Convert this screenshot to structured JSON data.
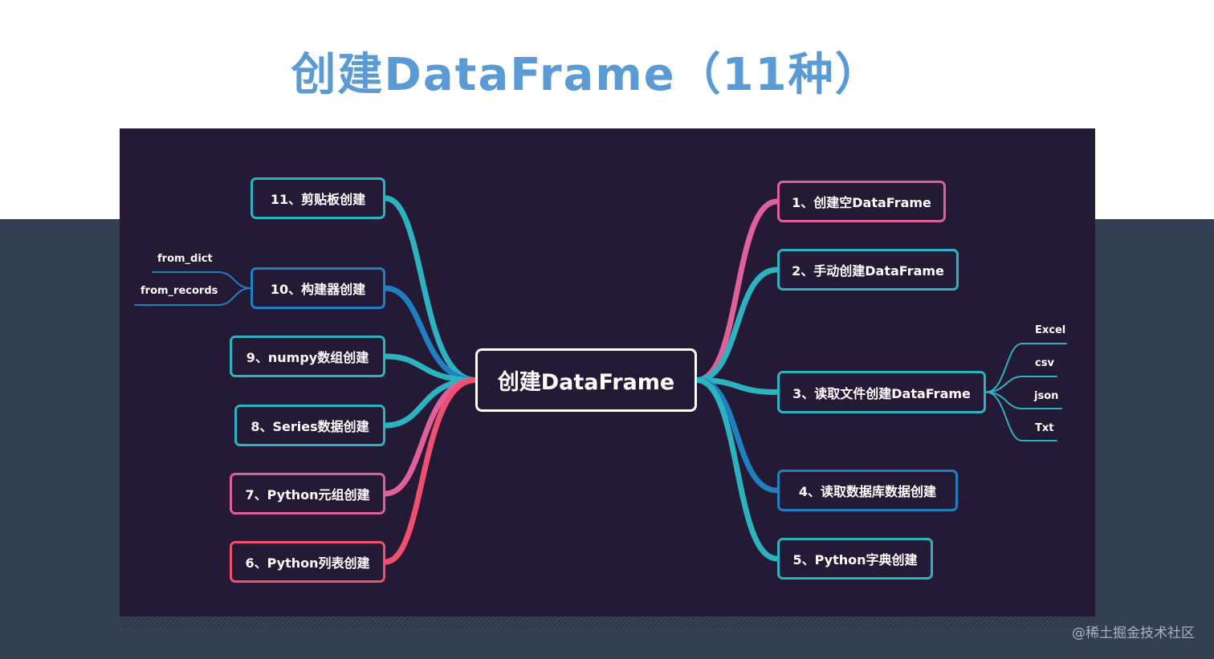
{
  "title": "创建DataFrame（11种）",
  "watermark": "@稀土掘金技术社区",
  "colors": {
    "title": "#5b9bd5",
    "panel": "#241a36",
    "teal": "#2bb3c0",
    "blue": "#1f7fc0",
    "pink": "#e0609a",
    "red": "#f0506e"
  },
  "mindmap": {
    "root": "创建DataFrame",
    "right_nodes": [
      {
        "label": "1、创建空DataFrame",
        "color": "pink",
        "children": []
      },
      {
        "label": "2、手动创建DataFrame",
        "color": "teal",
        "children": []
      },
      {
        "label": "3、读取文件创建DataFrame",
        "color": "teal",
        "children": [
          "Excel",
          "csv",
          "json",
          "Txt"
        ]
      },
      {
        "label": "4、读取数据库数据创建",
        "color": "blue",
        "children": []
      },
      {
        "label": "5、Python字典创建",
        "color": "teal",
        "children": []
      }
    ],
    "left_nodes": [
      {
        "label": "11、剪贴板创建",
        "color": "teal",
        "children": []
      },
      {
        "label": "10、构建器创建",
        "color": "blue",
        "children": [
          "from_dict",
          "from_records"
        ]
      },
      {
        "label": "9、numpy数组创建",
        "color": "teal",
        "children": []
      },
      {
        "label": "8、Series数据创建",
        "color": "teal",
        "children": []
      },
      {
        "label": "7、Python元组创建",
        "color": "pink",
        "children": []
      },
      {
        "label": "6、Python列表创建",
        "color": "red",
        "children": []
      }
    ]
  }
}
